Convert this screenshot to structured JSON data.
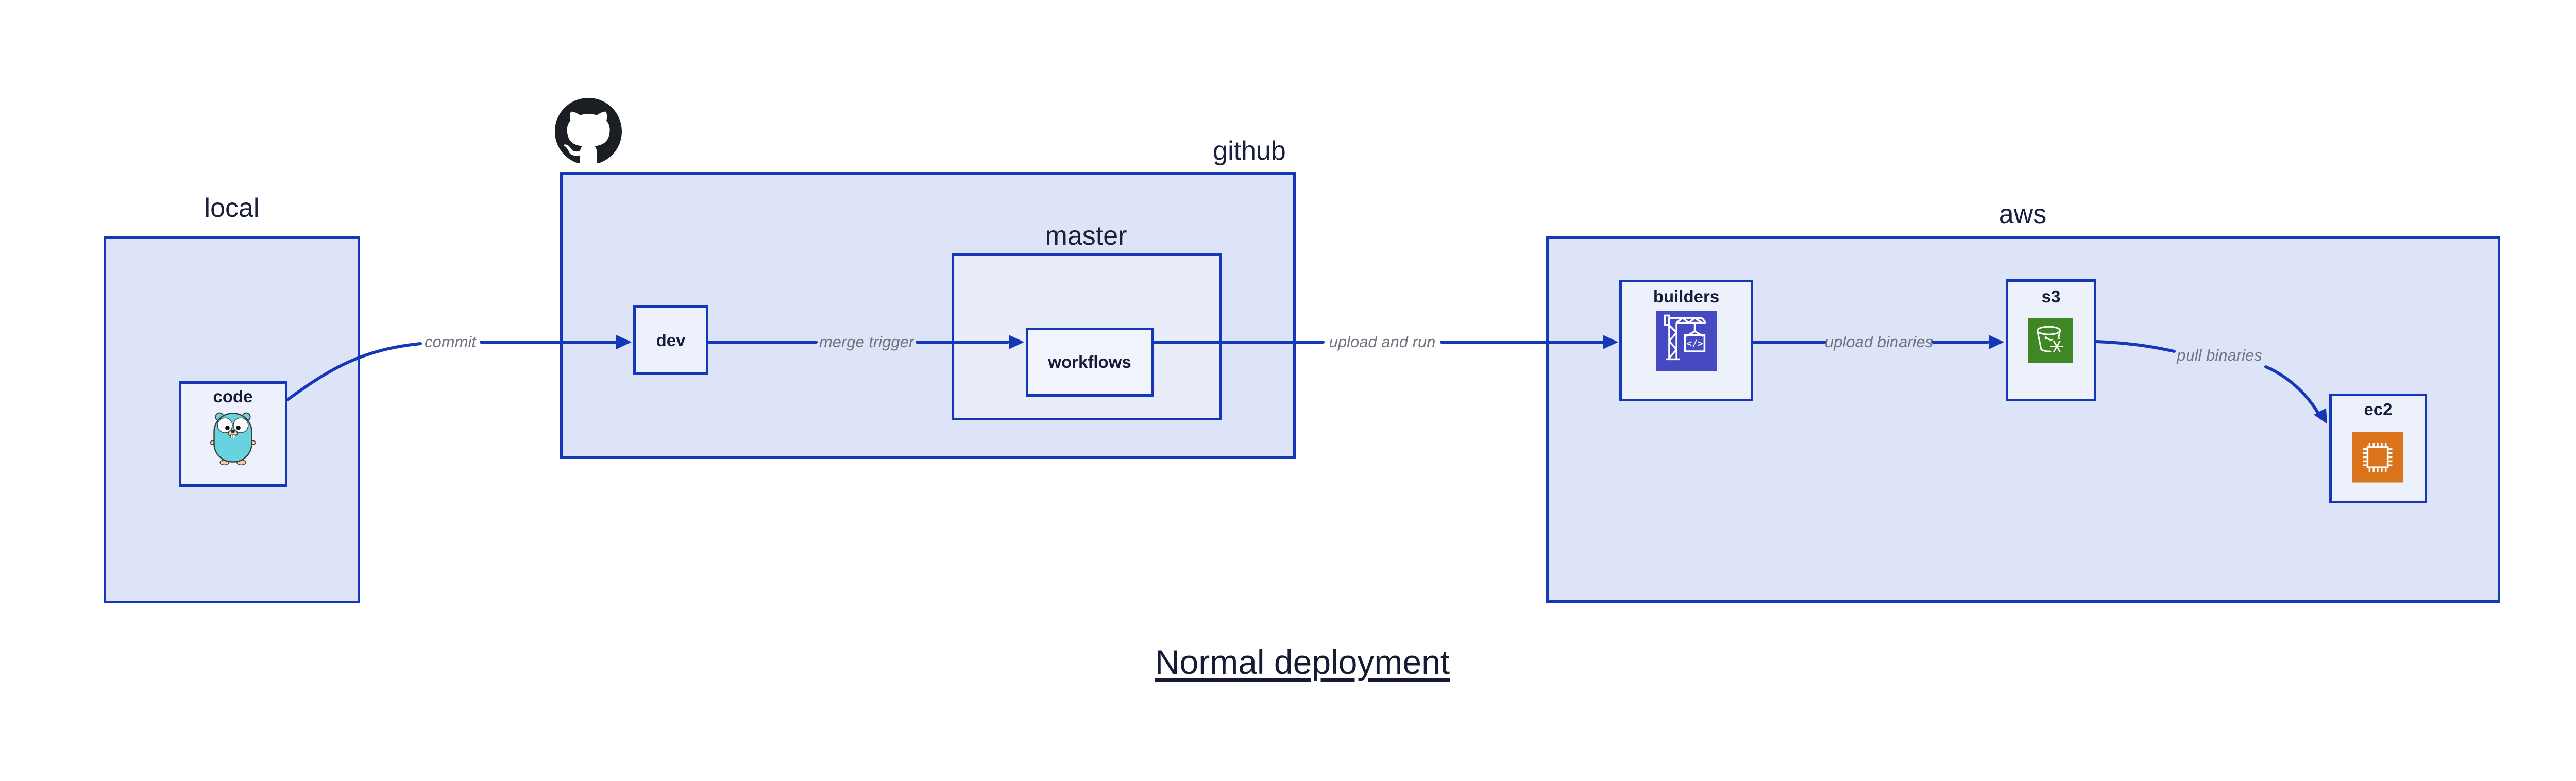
{
  "diagram": {
    "title": "Normal deployment",
    "groups": {
      "local": "local",
      "github": "github",
      "master": "master",
      "aws": "aws"
    },
    "nodes": {
      "code": "code",
      "dev": "dev",
      "workflows": "workflows",
      "builders": "builders",
      "s3": "s3",
      "ec2": "ec2"
    },
    "edges": {
      "commit": "commit",
      "merge_trigger": "merge trigger",
      "upload_and_run": "upload and run",
      "upload_binaries": "upload binaries",
      "pull_binaries": "pull binaries"
    },
    "icons": {
      "github_logo": "github-octocat-mark",
      "gopher": "go-gopher-mascot",
      "codebuild": "aws-codebuild-crane",
      "codebuild_glyph": "</>",
      "s3_glacier": "aws-s3-glacier-bucket-snowflake",
      "ec2_chip": "aws-ec2-cpu-chip"
    },
    "colors": {
      "box_border": "#1538b8",
      "group_fill": "#dee4f8",
      "node_fill": "#edf1fb",
      "arrow": "#1538b8",
      "edge_label": "#6e7480",
      "heading": "#1a1f3d",
      "codebuild_purple": "#4549c2",
      "s3_green": "#3f8624",
      "ec2_orange": "#d9741a",
      "github_black": "#1b1f23",
      "gopher_teal": "#66d3de"
    }
  }
}
